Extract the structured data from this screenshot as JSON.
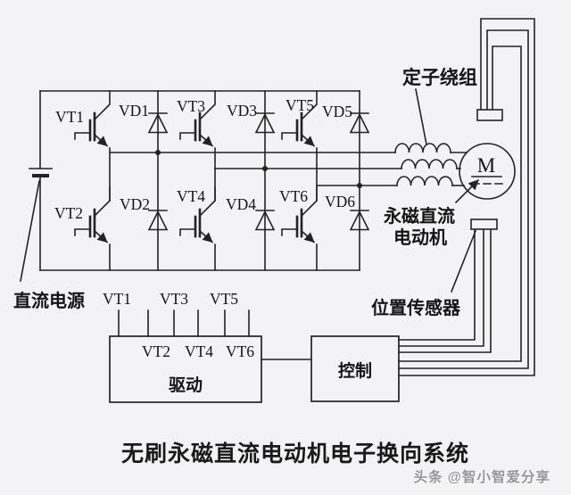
{
  "title": "无刷永磁直流电动机电子换向系统",
  "watermark": "头条 @智小智爱分享",
  "colors": {
    "line": "#232323",
    "background": "#f3f3f5",
    "watermark": "#969696"
  },
  "power": {
    "dc_source": "直流电源"
  },
  "bridge": {
    "vt1": "VT1",
    "vt2": "VT2",
    "vt3": "VT3",
    "vt4": "VT4",
    "vt5": "VT5",
    "vt6": "VT6",
    "vd1": "VD1",
    "vd2": "VD2",
    "vd3": "VD3",
    "vd4": "VD4",
    "vd5": "VD5",
    "vd6": "VD6"
  },
  "motor": {
    "symbol": "M",
    "stator_winding": "定子绕组",
    "pm_motor_line1": "永磁直流",
    "pm_motor_line2": "电动机",
    "position_sensor": "位置传感器"
  },
  "drive_block": {
    "label": "驱动",
    "top_inputs": [
      "VT1",
      "VT3",
      "VT5"
    ],
    "inside_inputs": [
      "VT2",
      "VT4",
      "VT6"
    ]
  },
  "control_block": {
    "label": "控制"
  }
}
